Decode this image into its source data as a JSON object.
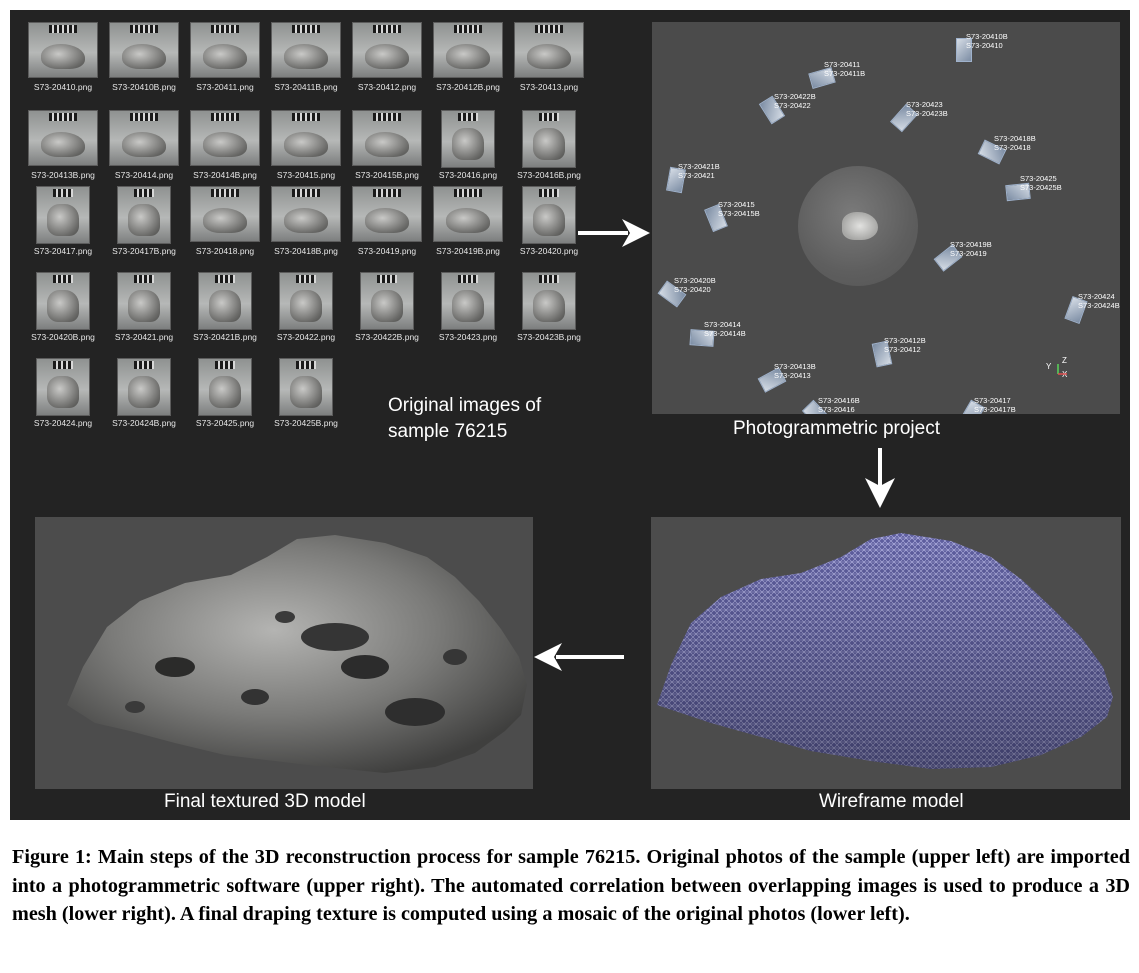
{
  "original_images": {
    "label_line1": "Original images of",
    "label_line2": "sample 76215",
    "thumbnails": [
      "S73-20410.png",
      "S73-20410B.png",
      "S73-20411.png",
      "S73-20411B.png",
      "S73-20412.png",
      "S73-20412B.png",
      "S73-20413.png",
      "S73-20413B.png",
      "S73-20414.png",
      "S73-20414B.png",
      "S73-20415.png",
      "S73-20415B.png",
      "S73-20416.png",
      "S73-20416B.png",
      "S73-20417.png",
      "S73-20417B.png",
      "S73-20418.png",
      "S73-20418B.png",
      "S73-20419.png",
      "S73-20419B.png",
      "S73-20420.png",
      "S73-20420B.png",
      "S73-20421.png",
      "S73-20421B.png",
      "S73-20422.png",
      "S73-20422B.png",
      "S73-20423.png",
      "S73-20423B.png",
      "S73-20424.png",
      "S73-20424B.png",
      "S73-20425.png",
      "S73-20425B.png"
    ]
  },
  "photogrammetric": {
    "label": "Photogrammetric project",
    "camera_labels": [
      "S73-20410B",
      "S73-20410",
      "S73-20411",
      "S73-20411B",
      "S73-20422B",
      "S73-20422",
      "S73-20423",
      "S73-20423B",
      "S73-20418B",
      "S73-20418",
      "S73-20421B",
      "S73-20421",
      "S73-20425",
      "S73-20425B",
      "S73-20415",
      "S73-20415B",
      "S73-20419B",
      "S73-20419",
      "S73-20420B",
      "S73-20420",
      "S73-20424",
      "S73-20424B",
      "S73-20414",
      "S73-20414B",
      "S73-20412B",
      "S73-20412",
      "S73-20413B",
      "S73-20413",
      "S73-20416B",
      "S73-20416",
      "S73-20417",
      "S73-20417B"
    ],
    "axes": {
      "x": "X",
      "y": "Y",
      "z": "Z"
    }
  },
  "wireframe": {
    "label": "Wireframe model"
  },
  "textured": {
    "label": "Final textured 3D model"
  },
  "caption": "Figure 1: Main steps of the 3D reconstruction process for sample 76215. Original photos of the sample (upper left) are imported into a photogrammetric software (upper right). The automated correlation between overlapping images is used to produce a 3D mesh (lower right). A final draping texture is computed using a mosaic of the original photos (lower left)."
}
